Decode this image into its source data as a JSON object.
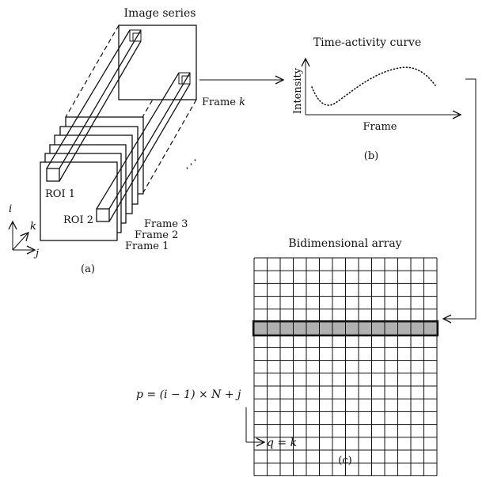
{
  "panel_a": {
    "title": "Image series",
    "frame_k_label": "Frame",
    "frame_k_var": "k",
    "frame_labels": [
      "Frame 3",
      "Frame 2",
      "Frame 1"
    ],
    "roi_labels": [
      "ROI 1",
      "ROI 2"
    ],
    "ellipsis": "⋰",
    "axis_labels": {
      "i": "i",
      "j": "j",
      "k": "k"
    },
    "caption": "(a)"
  },
  "panel_b": {
    "title": "Time-activity curve",
    "y_label": "Intensity",
    "x_label": "Frame",
    "caption": "(b)"
  },
  "panel_c": {
    "title": "Bidimensional array",
    "rows": 17,
    "cols": 14,
    "highlight_row": 5,
    "highlight_color": "#b0b0b0",
    "formula": "p = (i − 1) × N + j",
    "axis_label": "q = k",
    "caption": "(c)"
  }
}
